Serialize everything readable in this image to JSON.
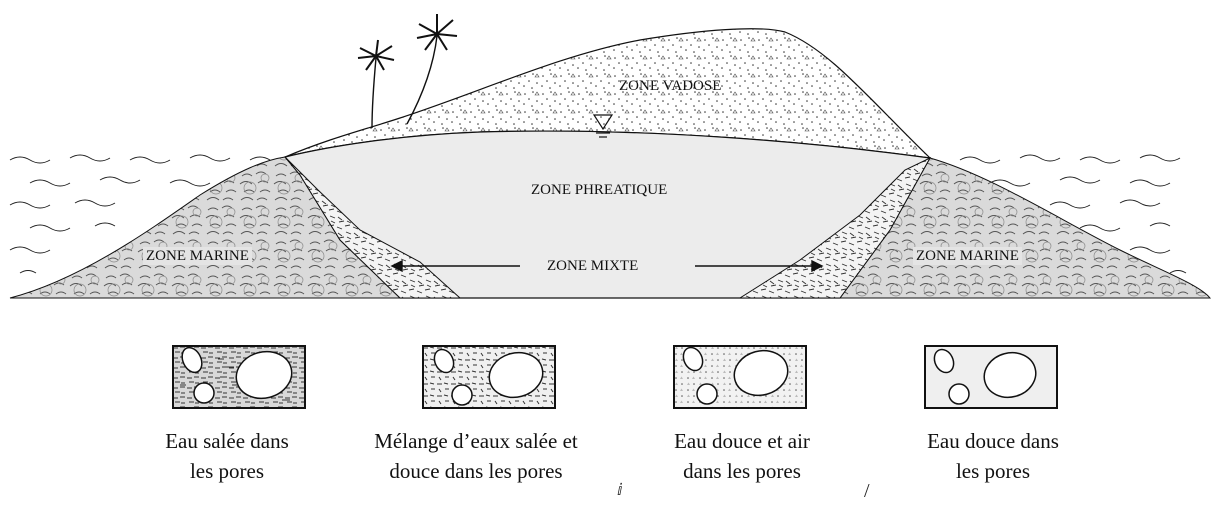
{
  "diagram": {
    "zones": {
      "vadose": "ZONE VADOSE",
      "phreatique": "ZONE PHREATIQUE",
      "mixte": "ZONE MIXTE",
      "marine_left": "ZONE MARINE",
      "marine_right": "ZONE MARINE"
    },
    "legend": [
      {
        "id": "salt",
        "line1": "Eau salée dans",
        "line2": "les pores"
      },
      {
        "id": "mixed",
        "line1": "Mélange d’eaux salée et",
        "line2": "douce dans les pores"
      },
      {
        "id": "fresh_air",
        "line1": "Eau douce et air",
        "line2": "dans les pores"
      },
      {
        "id": "fresh",
        "line1": "Eau douce dans",
        "line2": "les pores"
      }
    ],
    "stray_marks": [
      "ⅈ",
      "/"
    ],
    "colors": {
      "ink": "#111111",
      "phreatic_fill": "#ececec",
      "marine_fill": "#dadada",
      "fresh_fill": "#efefef"
    }
  }
}
